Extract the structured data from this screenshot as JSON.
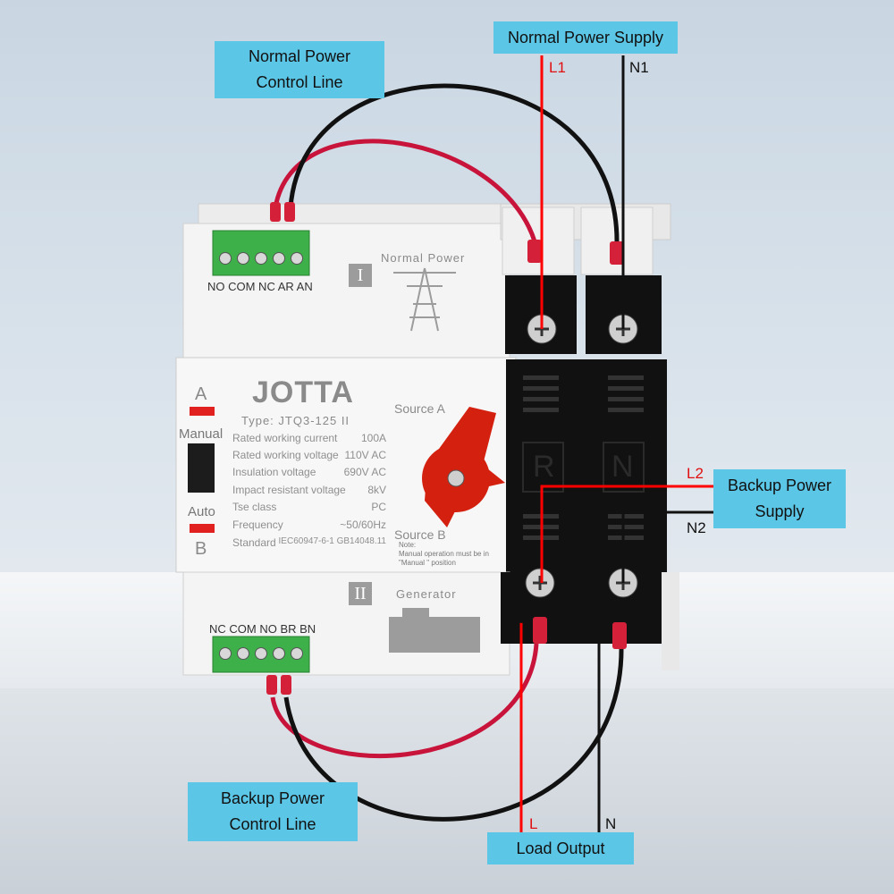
{
  "callouts": {
    "normal_supply": "Normal Power Supply",
    "normal_control": [
      "Normal Power",
      "Control Line"
    ],
    "backup_supply": [
      "Backup Power",
      "Supply"
    ],
    "backup_control": [
      "Backup  Power",
      "Control Line"
    ],
    "load_output": "Load Output"
  },
  "wire_labels": {
    "l1": "L1",
    "n1": "N1",
    "l2": "L2",
    "n2": "N2",
    "l": "L",
    "n": "N"
  },
  "device": {
    "brand": "JOTTA",
    "type": "Type:  JTQ3-125 II",
    "top_terminal_labels": "NO COM NC AR AN",
    "bottom_terminal_labels": "NC COM NO BR BN",
    "section_top_numeral": "I",
    "section_top_label": "Normal Power",
    "section_bottom_numeral": "II",
    "section_bottom_label": "Generator",
    "indicator_a": "A",
    "indicator_b": "B",
    "mode_manual": "Manual",
    "mode_auto": "Auto",
    "source_a": "Source A",
    "source_b": "Source B",
    "note_lines": [
      "Note:",
      "Manual operation must be in",
      "\"Manual  \" position"
    ],
    "breaker_letters": [
      "R",
      "N"
    ],
    "specs": [
      {
        "label": "Rated working current",
        "value": "100A"
      },
      {
        "label": "Rated working voltage",
        "value": "110V AC"
      },
      {
        "label": "Insulation voltage",
        "value": "690V AC"
      },
      {
        "label": "Impact  resistant voltage",
        "value": "8kV"
      },
      {
        "label": "Tse class",
        "value": "PC"
      },
      {
        "label": "Frequency",
        "value": "~50/60Hz"
      },
      {
        "label": "Standard",
        "value": "IEC60947-6-1 GB14048.11"
      }
    ]
  },
  "colors": {
    "callout_bg": "#5cc6e6",
    "wire_red": "#c8143a",
    "wire_black": "#111111",
    "line_red": "#ff0000",
    "terminal_green": "#3db04a",
    "device_white": "#f2f2f2"
  }
}
